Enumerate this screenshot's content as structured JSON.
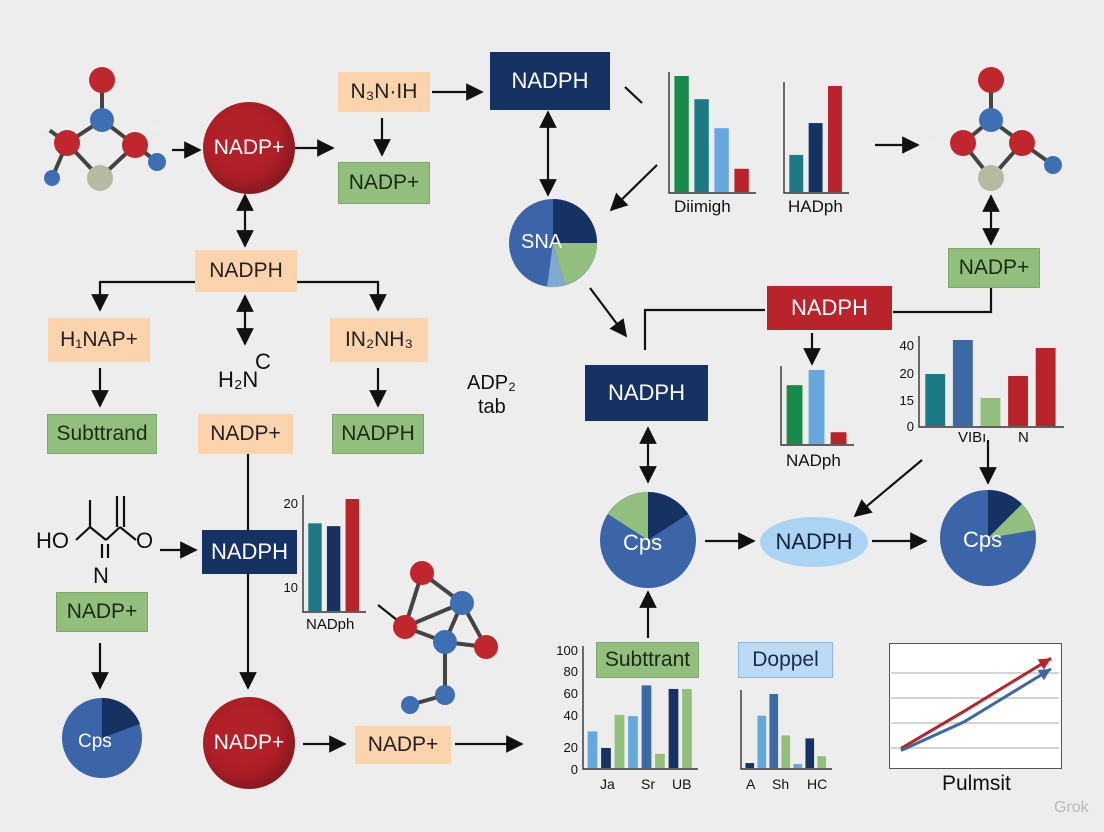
{
  "colors": {
    "navy": "#163263",
    "red": "#b8232c",
    "green": "#93bf7e",
    "peach": "#fbd4ae",
    "teal": "#1d7a84",
    "darkgreen": "#198a4a",
    "lightblue": "#66a7de",
    "steel": "#3c68a5"
  },
  "nodes": {
    "nadp_red_top": "NADP+",
    "n3nh_top": "N₃N·IH",
    "nadp_green_top": "NADP+",
    "nadph_navy_top": "NADPH",
    "nadph_peach_mid": "NADPH",
    "hnap": "H₁NAP+",
    "in2nh": "IN₂NH₃",
    "h2n": "H₂N",
    "h2n_c": "C",
    "subtrand": "Subttrand",
    "nadp_peach_left": "NADP+",
    "nadph_green_left": "NADPH",
    "ho": "HO",
    "o": "O",
    "n": "N",
    "nadph_navy_left": "NADPH",
    "nadp_green_left2": "NADP+",
    "nadp_red_bottom": "NADP+",
    "nadp_peach_bottom": "NADP+",
    "adp2_line1": "ADP₂",
    "adp2_line2": "tab",
    "nadph_red_right": "NADPH",
    "nadph_navy_center": "NADPH",
    "nadp_green_right": "NADP+",
    "nadph_ellipse": "NADPH",
    "subttrant": "Subttrant",
    "doppel": "Doppel"
  },
  "pies": {
    "sna": "SNA",
    "cps_center": "Cps",
    "cps_right": "Cps",
    "cps_left": "Cps"
  },
  "watermark": "Grok",
  "chart_data": [
    {
      "type": "bar",
      "id": "diimigh",
      "xlabel": "Diimigh",
      "series": [
        {
          "values": [
            100,
            80,
            55,
            20
          ],
          "colors": [
            "darkgreen",
            "teal",
            "lightblue",
            "red"
          ]
        }
      ]
    },
    {
      "type": "bar",
      "id": "hadph",
      "xlabel": "HADph",
      "series": [
        {
          "values": [
            35,
            65,
            100
          ],
          "colors": [
            "teal",
            "navy",
            "red"
          ]
        }
      ]
    },
    {
      "type": "bar",
      "id": "nadph_small",
      "xlabel": "NADph",
      "series": [
        {
          "values": [
            70,
            88,
            14
          ],
          "colors": [
            "darkgreen",
            "lightblue",
            "red"
          ]
        }
      ]
    },
    {
      "type": "bar",
      "id": "vibn",
      "x_tick_labels": [
        "VIBı",
        "N"
      ],
      "y_tick_labels": [
        "40",
        "20",
        "15",
        "0"
      ],
      "series": [
        {
          "values": [
            26,
            43,
            14,
            25,
            39
          ],
          "colors": [
            "teal",
            "steel",
            "green",
            "red",
            "red"
          ]
        }
      ]
    },
    {
      "type": "bar",
      "id": "nadph_left",
      "xlabel": "NADph",
      "y_tick_labels": [
        "20",
        "10"
      ],
      "series": [
        {
          "values": [
            15.5,
            15,
            19.8
          ],
          "colors": [
            "teal",
            "navy",
            "red"
          ]
        }
      ]
    },
    {
      "type": "bar",
      "id": "ja_sr_ub",
      "x_tick_labels": [
        "Ja",
        "Sr",
        "UB"
      ],
      "y_tick_labels": [
        "100",
        "80",
        "60",
        "40",
        "20",
        "0"
      ],
      "ylim": [
        0,
        100
      ],
      "series": [
        {
          "values": [
            31,
            17,
            45,
            44,
            70,
            12,
            67,
            67
          ],
          "colors": [
            "lightblue",
            "navy",
            "green",
            "lightblue",
            "steel",
            "green",
            "navy",
            "green"
          ]
        }
      ]
    },
    {
      "type": "bar",
      "id": "a_sh_hc",
      "x_tick_labels": [
        "A",
        "Sh",
        "HC"
      ],
      "series": [
        {
          "values": [
            5,
            53,
            75,
            33,
            4,
            30,
            12
          ],
          "colors": [
            "navy",
            "lightblue",
            "steel",
            "green",
            "lightblue",
            "navy",
            "green"
          ]
        }
      ]
    },
    {
      "type": "line",
      "id": "pulmsit",
      "xlabel": "Pulmsit",
      "series": [
        {
          "values": [
            10,
            45,
            95
          ],
          "color": "red"
        },
        {
          "values": [
            8,
            35,
            85
          ],
          "color": "steel"
        }
      ]
    }
  ]
}
